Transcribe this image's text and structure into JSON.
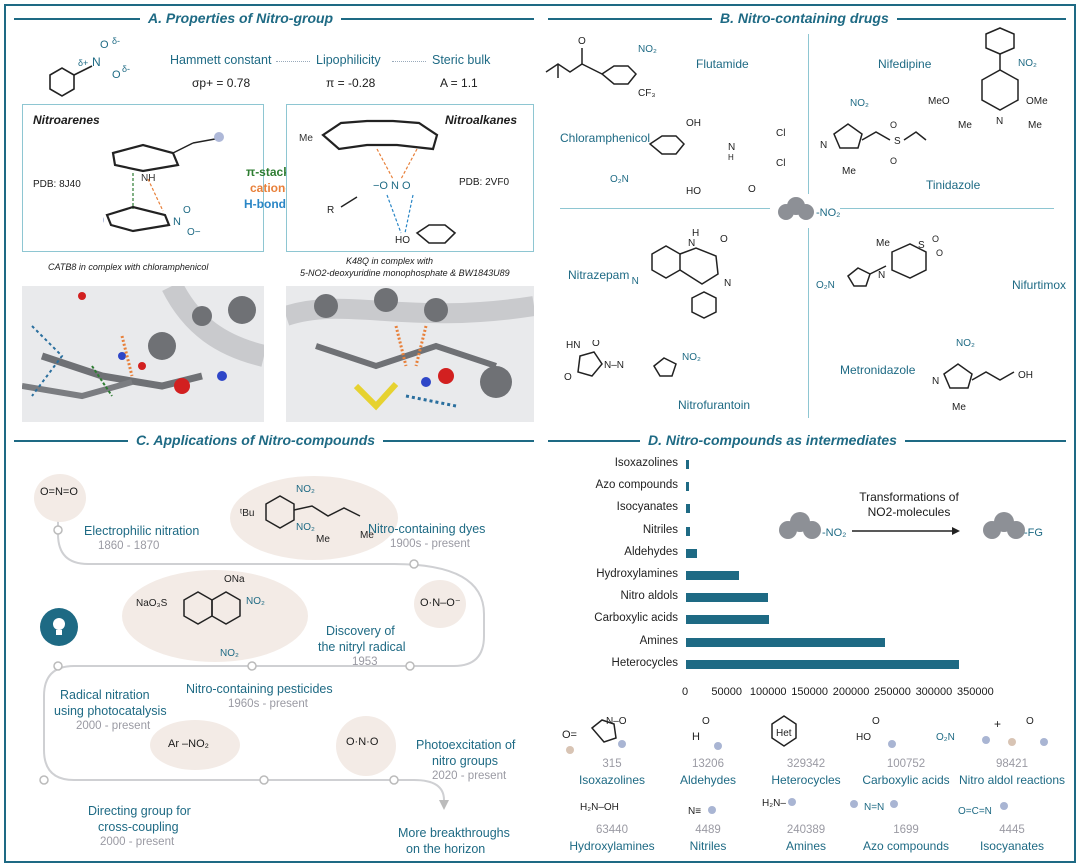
{
  "sections": {
    "a": "A. Properties of Nitro-group",
    "b": "B. Nitro-containing drugs",
    "c": "C. Applications of Nitro-compounds",
    "d": "D. Nitro-compounds as intermediates"
  },
  "properties": {
    "hammett_label": "Hammett constant",
    "hammett_value": "σp+ = 0.78",
    "lipo_label": "Lipophilicity",
    "lipo_value": "π = -0.28",
    "steric_label": "Steric bulk",
    "steric_value": "A = 1.1",
    "nitroarenes": "Nitroarenes",
    "nitroalkanes": "Nitroalkanes",
    "pdb1": "PDB: 8J40",
    "pdb2": "PDB: 2VF0",
    "pi_stacking": "π-stacking",
    "cation_pi": "cation-π",
    "h_bonding": "H-bonding",
    "caption1": "CATB8 in complex with chloramphenicol",
    "caption2_l1": "K48Q in complex with",
    "caption2_l2": "5-NO2-deoxyuridine monophosphate & BW1843U89"
  },
  "drugs": [
    "Flutamide",
    "Nifedipine",
    "Chloramphenicol",
    "Tinidazole",
    "Nitrazepam",
    "Nifurtimox",
    "Nitrofurantoin",
    "Metronidazole"
  ],
  "applications": [
    {
      "title": "Electrophilic nitration",
      "years": "1860 - 1870"
    },
    {
      "title": "Nitro-containing dyes",
      "years": "1900s - present"
    },
    {
      "title": "Discovery of the nitryl radical",
      "years": "1953"
    },
    {
      "title": "Nitro-containing pesticides",
      "years": "1960s - present"
    },
    {
      "title": "Radical nitration using photocatalysis",
      "years": "2000 - present"
    },
    {
      "title": "Photoexcitation of nitro groups",
      "years": "2020 - present"
    },
    {
      "title": "Directing group for cross-coupling",
      "years": "2000 - present"
    },
    {
      "title": "More breakthroughs on the horizon",
      "years": ""
    }
  ],
  "transform_label": "Transformations of NO2-molecules",
  "chart_data": {
    "type": "bar",
    "orientation": "horizontal",
    "categories": [
      "Isoxazolines",
      "Azo compounds",
      "Isocyanates",
      "Nitriles",
      "Aldehydes",
      "Hydroxylamines",
      "Nitro aldols",
      "Carboxylic acids",
      "Amines",
      "Heterocycles"
    ],
    "values": [
      315,
      1699,
      4445,
      4489,
      13206,
      63440,
      98421,
      100752,
      240389,
      329342
    ],
    "xlim": [
      0,
      350000
    ],
    "xticks": [
      "0",
      "50000",
      "100000",
      "150000",
      "200000",
      "250000",
      "300000",
      "350000"
    ],
    "color": "#1e6a84"
  },
  "counts_row1": [
    {
      "value": "315",
      "label": "Isoxazolines"
    },
    {
      "value": "13206",
      "label": "Aldehydes"
    },
    {
      "value": "329342",
      "label": "Heterocycles"
    },
    {
      "value": "100752",
      "label": "Carboxylic acids"
    },
    {
      "value": "98421",
      "label": "Nitro aldol reactions"
    }
  ],
  "counts_row2": [
    {
      "value": "63440",
      "label": "Hydroxylamines"
    },
    {
      "value": "4489",
      "label": "Nitriles"
    },
    {
      "value": "240389",
      "label": "Amines"
    },
    {
      "value": "1699",
      "label": "Azo compounds"
    },
    {
      "value": "4445",
      "label": "Isocyanates"
    }
  ],
  "colors": {
    "teal": "#1e6a84",
    "green": "#2e7d32",
    "orange": "#e8803a",
    "blue": "#2a86c6",
    "blob": "#f3ebe6"
  }
}
